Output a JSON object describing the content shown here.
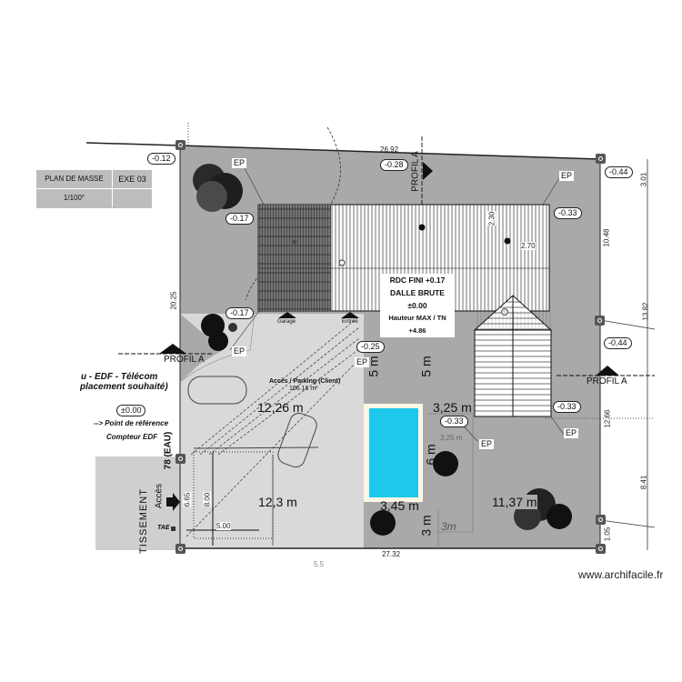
{
  "title_block": {
    "label": "PLAN DE MASSE",
    "code": "EXE 03",
    "scale": "1/100°"
  },
  "house_info": {
    "rdc": "RDC FINI +0.17",
    "dalle": "DALLE BRUTE ±0.00",
    "hauteur": "Hauteur MAX / TN  +4.86"
  },
  "levels": [
    {
      "id": "nw-corner",
      "value": "-0.12"
    },
    {
      "id": "north-top",
      "value": "-0.28"
    },
    {
      "id": "ne-corner",
      "value": "-0.44"
    },
    {
      "id": "nw-tree",
      "value": "-0.17"
    },
    {
      "id": "ne-house",
      "value": "-0.33"
    },
    {
      "id": "w-tree",
      "value": "-0.17"
    },
    {
      "id": "parking-entry",
      "value": "-0.25"
    },
    {
      "id": "e-middle",
      "value": "-0.44"
    },
    {
      "id": "se-house",
      "value": "-0.33"
    },
    {
      "id": "pool-corner",
      "value": "-0.33"
    },
    {
      "id": "reference",
      "value": "±0.00"
    }
  ],
  "ep_label": "EP",
  "profil_label": "PROFIL A",
  "boundary_dims": {
    "north": "26.92",
    "south": "27.32",
    "west": "20.25",
    "east_top": "3.01",
    "east_upper": "10.48",
    "east_total": "13.82",
    "east_mid": "12.66",
    "east_lower": "8.41",
    "east_bottom": "1.05",
    "inner_h": "2.30",
    "inner_w": "2.70"
  },
  "parking": {
    "title": "Accès / Parking (Client)",
    "area": "166.16 m²",
    "garage": "Garage",
    "entree": "Entrée"
  },
  "utilities": {
    "line1": "u - EDF - Télécom",
    "line2": "placement souhaité)",
    "ref_line": "--> Point de référence",
    "compteur": "Compteur EDF",
    "eau": "78 (EAU)",
    "acces": "Accès",
    "tae": "TAE",
    "lotissement": "TISSEMENT"
  },
  "access_dims": {
    "h1": "8.00",
    "h2": "6.65",
    "w": "5.00"
  },
  "measurements": {
    "d1": "12,26 m",
    "d2": "12,3 m",
    "d3": "3,25 m",
    "d4": "11,37 m",
    "pool_w": "3,45 m",
    "pool_h": "6 m",
    "gap1": "5 m",
    "gap2": "5 m",
    "gap3": "3 m",
    "sketch": "3,25 m",
    "sketch2": "3m",
    "bottom_sketch": "5.5"
  },
  "pool_color": "#1ec8ec",
  "watermark": "www.archifacile.fr"
}
